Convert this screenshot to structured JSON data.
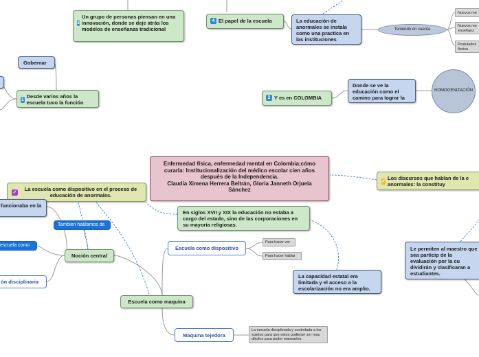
{
  "nodes": {
    "grupo_innovacion": "Un grupo de personas piensan en una innovación, donde se deje atrás los modelos de enseñanza tradicional",
    "papel_escuela": "El papel de la escuela",
    "papel_escuela_num": "4",
    "grupo_num": "3",
    "educacion_anormales": "La educación de anormales se instala como una practica en las instituciones",
    "teniendo_cuenta": "Teniendo en cuenta",
    "nuevos_1": "Nuevos me",
    "nuevos_2": "Nuevos me enseñanz",
    "postulados": "Postulados Activa",
    "gobernar": "Gobernar",
    "desde_varios": "Desde varios años la escuela tuvo la función",
    "desde_num": "1",
    "donde_ve": "Donde se ve la educación como el camino para lograr la",
    "homogenizacion": "HOMOGENIZACIÓN",
    "colombia": "Y es en COLOMBIA",
    "colombia_num": "2",
    "central_title": "Enfermedad física, enfermedad mental en Colombia;cómo curarla: Institucionalización del médico escolar cien años después de la Independencia.",
    "central_authors": "Claudia Ximena Herrera Beltrán, Gloria Janneth Orjuela Sánchez",
    "escuela_dispositivo_main": "La escuela como dispositivo en el proceso de educación de anormales.",
    "discursos": "Los discursos que hablan de la e anormales: la constituy",
    "funcionaba": "funcionaba en la",
    "tambien": "Tambien hablamos de",
    "escuela_como": "escuela como",
    "nocion_central": "Noción central",
    "disciplinaria": "ón disciplinaria",
    "siglos": "En siglos XVII y XIX la educación no estaba a cargo del estado, sino de las corporaciones en su mayoría religiosas.",
    "escuela_dispositivo": "Escuela como dispositivo",
    "para_ver": "Para hacer ver",
    "para_hablar": "Para hacer hablar",
    "capacidad": "La capacidad estatal era limitada y el acceso a la escolarización no era amplio.",
    "permiten": "Le permiten al maestro que sea particip de la evaluación por la cu dividirán y clasificaran a estudiantes.",
    "escuela_maquina": "Escuela como maquina",
    "maquina_tejedora": "Maquina tejedora",
    "escuela_disciplinada": "La escuela disciplinada y controlada a los sujetos para que estos pudieran ser mas dóciles para poder manearlos"
  },
  "colors": {
    "edge": "#9a9a9a",
    "dashed_edge": "#2a7bd8",
    "green_fill": "#cde7c9",
    "blue_fill": "#c6d6ee",
    "pink_fill": "#e8c5ce",
    "accent_blue": "#1a73d9"
  }
}
